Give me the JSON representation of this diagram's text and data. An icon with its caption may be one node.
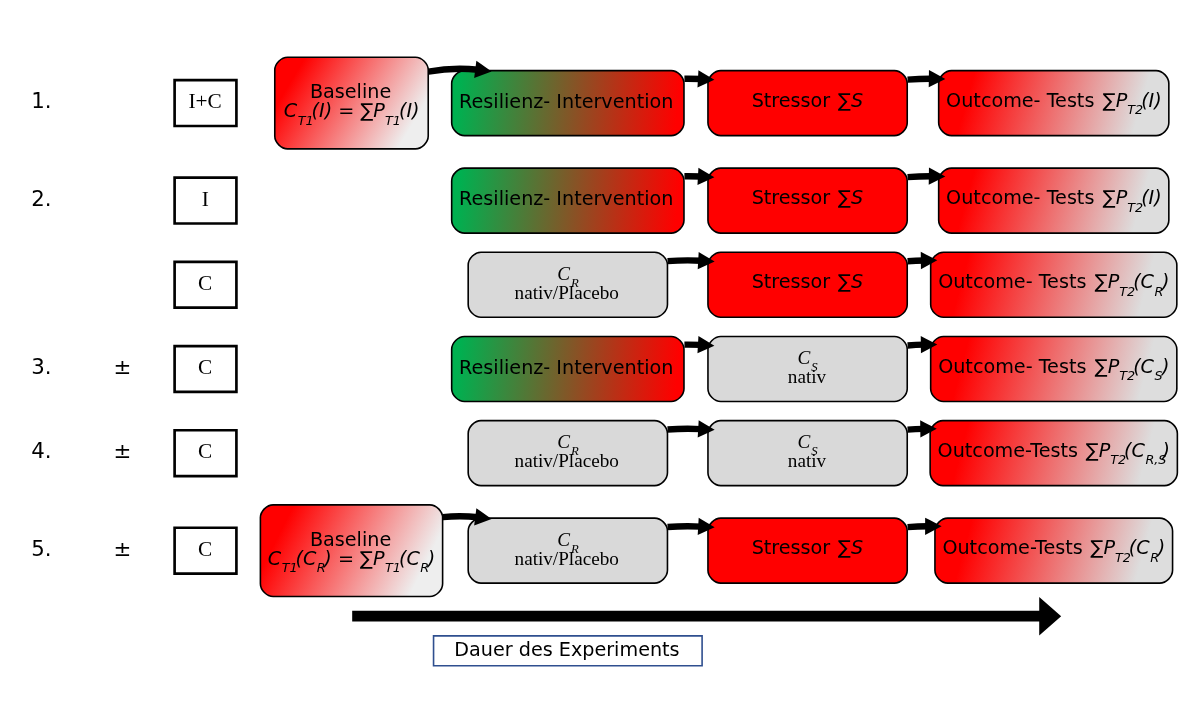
{
  "diagram": {
    "nodes": [
      {
        "text": [
          "I+C"
        ]
      },
      {
        "text": [
          "Baseline",
          "*C$_{T1}$(I) = ∑P$_{T1}$(I)*"
        ]
      },
      {
        "text": [
          "Resilienz- Intervention"
        ]
      },
      {
        "text": [
          "Stressor *∑S*"
        ]
      },
      {
        "text": [
          "Outcome- Tests *∑P$_{T2}$(I)*"
        ]
      },
      {
        "text": [
          "I"
        ]
      },
      {
        "text": [
          "Resilienz- Intervention"
        ]
      },
      {
        "text": [
          "Stressor *∑S*"
        ]
      },
      {
        "text": [
          "Outcome- Tests *∑P$_{T2}$(I)*"
        ]
      },
      {
        "text": [
          "C"
        ]
      },
      {
        "text": [
          "*C$_{R}$*",
          "nativ/Placebo"
        ]
      },
      {
        "text": [
          "Stressor *∑S*"
        ]
      },
      {
        "text": [
          "Outcome- Tests *∑P$_{T2}$(C$_{R}$)*"
        ]
      },
      {
        "text": [
          "C"
        ]
      },
      {
        "text": [
          "Resilienz- Intervention"
        ]
      },
      {
        "text": [
          "*C$_{S}$*",
          "nativ"
        ]
      },
      {
        "text": [
          "Outcome- Tests *∑P$_{T2}$(C$_{S}$)*"
        ]
      },
      {
        "text": [
          "C"
        ]
      },
      {
        "text": [
          "*C$_{R}$*",
          "nativ/Placebo"
        ]
      },
      {
        "text": [
          "*C$_{S}$*",
          "nativ"
        ]
      },
      {
        "text": [
          "Outcome-Tests *∑P$_{T2}$(C$_{R,S}$)*"
        ]
      },
      {
        "text": [
          "C"
        ]
      },
      {
        "text": [
          "Baseline",
          "*C$_{T1}$(C$_{R}$) = ∑P$_{T1}$(C$_{R}$)*"
        ]
      },
      {
        "text": [
          "*C$_{R}$*",
          "nativ/Placebo"
        ]
      },
      {
        "text": [
          "Stressor *∑S*"
        ]
      },
      {
        "text": [
          "Outcome-Tests *∑P$_{T2}$(C$_{R}$)*"
        ]
      },
      {
        "text": [
          "Dauer des Experiments"
        ]
      }
    ],
    "edges": [
      {
        "from": 1,
        "to": 2,
        "arrow": "to"
      },
      {
        "from": 2,
        "to": 3,
        "arrow": "to"
      },
      {
        "from": 3,
        "to": 4,
        "arrow": "to"
      },
      {
        "from": 6,
        "to": 7,
        "arrow": "to"
      },
      {
        "from": 7,
        "to": 8,
        "arrow": "to"
      },
      {
        "from": 10,
        "to": 11,
        "arrow": "to"
      },
      {
        "from": 11,
        "to": 12,
        "arrow": "to"
      },
      {
        "from": 14,
        "to": 15,
        "arrow": "to"
      },
      {
        "from": 15,
        "to": 16,
        "arrow": "to"
      },
      {
        "from": 18,
        "to": 19,
        "arrow": "to"
      },
      {
        "from": 19,
        "to": 20,
        "arrow": "to"
      },
      {
        "from": 22,
        "to": 23,
        "arrow": "to"
      },
      {
        "from": 23,
        "to": 24,
        "arrow": "to"
      },
      {
        "from": 24,
        "to": 25,
        "arrow": "to"
      }
    ],
    "labels": [
      "1.",
      "2.",
      "3.",
      "±",
      "4.",
      "±",
      "5.",
      "±"
    ]
  }
}
